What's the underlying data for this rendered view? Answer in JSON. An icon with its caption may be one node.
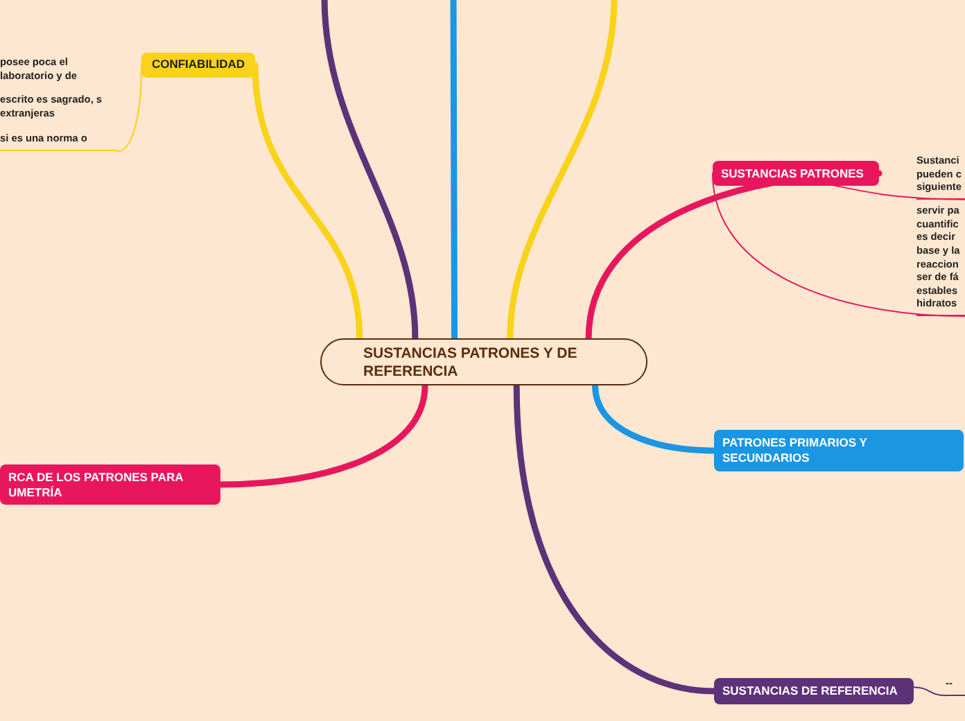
{
  "diagram": {
    "nodes": [
      {
        "text": [
          "SUSTANCIAS PATRONES Y DE REFERENCIA"
        ]
      },
      {
        "text": [
          "CONFIABILIDAD"
        ]
      },
      {
        "text": [
          "posee poca el laboratorio y de",
          "escrito es sagrado, s extranjeras",
          "si es una norma o"
        ]
      },
      {
        "text": [
          "SUSTANCIAS PATRONES"
        ]
      },
      {
        "text": [
          "Sustanci pueden c siguiente"
        ]
      },
      {
        "text": [
          "servir pa cuantific es decir base y la reaccion ser de fá estables hidratos"
        ]
      },
      {
        "text": [
          "PATRONES PRIMARIOS Y SECUNDARIOS"
        ]
      },
      {
        "text": [
          "SUSTANCIAS DE REFERENCIA"
        ]
      },
      {
        "text": [
          "--"
        ]
      },
      {
        "text": [
          "RCA DE LOS PATRONES PARA UMETRÍA"
        ]
      }
    ],
    "edges": [
      {
        "from": 0,
        "to": 1,
        "arrow": "none",
        "color": "#f9d21a"
      },
      {
        "from": 1,
        "to": 2,
        "arrow": "none",
        "color": "#f9d21a"
      },
      {
        "from": 0,
        "to": 3,
        "arrow": "none",
        "color": "#e8175d"
      },
      {
        "from": 3,
        "to": 4,
        "arrow": "none",
        "color": "#e8175d"
      },
      {
        "from": 3,
        "to": 5,
        "arrow": "none",
        "color": "#e8175d"
      },
      {
        "from": 0,
        "to": 6,
        "arrow": "none",
        "color": "#1b96e3"
      },
      {
        "from": 0,
        "to": 7,
        "arrow": "none",
        "color": "#5e3278"
      },
      {
        "from": 7,
        "to": 8,
        "arrow": "none",
        "color": "#5e3278"
      },
      {
        "from": 0,
        "to": 9,
        "arrow": "none",
        "color": "#e8175d"
      },
      {
        "from": 0,
        "to": null,
        "arrow": "none",
        "color": "#5e3278"
      },
      {
        "from": 0,
        "to": null,
        "arrow": "none",
        "color": "#1b96e3"
      },
      {
        "from": 0,
        "to": null,
        "arrow": "none",
        "color": "#f9d21a"
      }
    ]
  }
}
